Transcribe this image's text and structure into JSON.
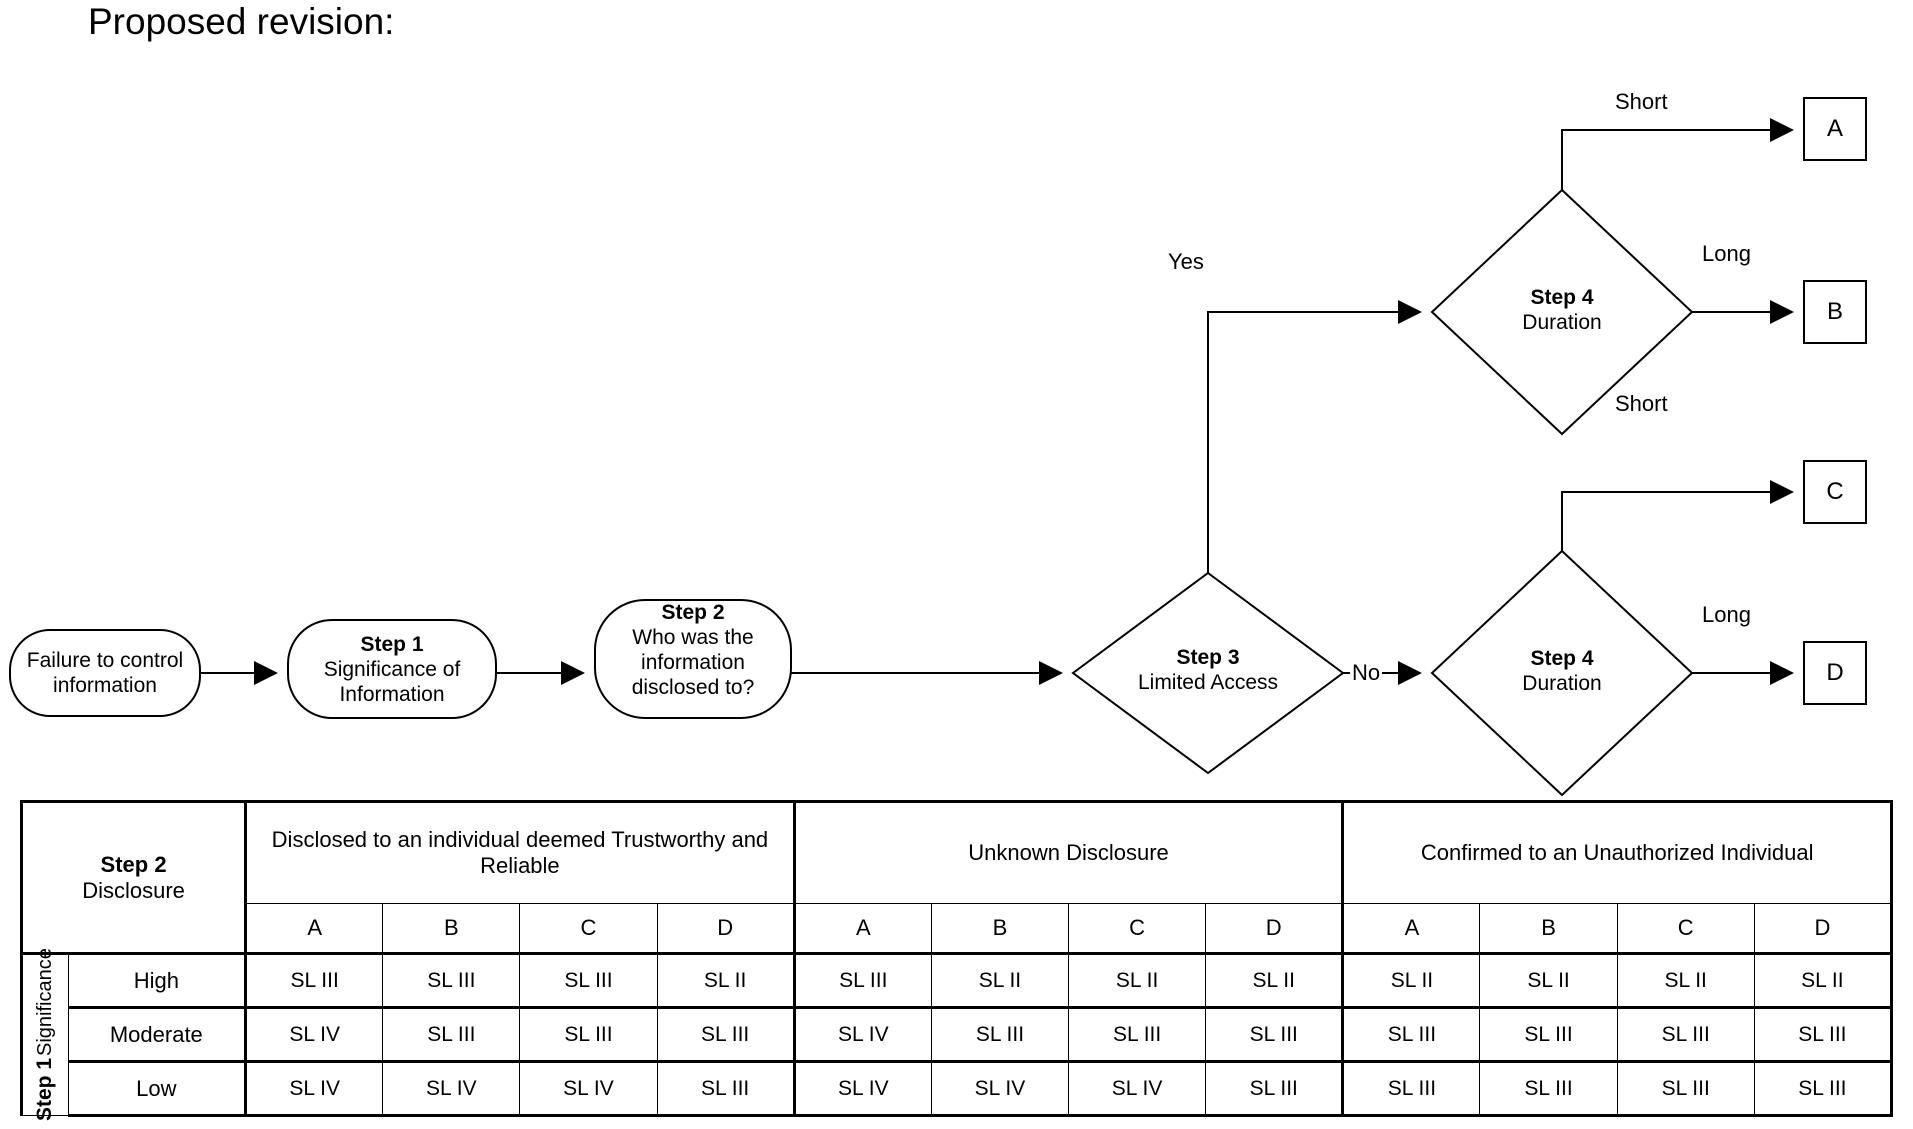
{
  "page": {
    "title": "Proposed revision:"
  },
  "flowchart": {
    "nodes": [
      {
        "id": "start",
        "shape": "rounded",
        "title": "",
        "lines": [
          "Failure to control",
          "information"
        ]
      },
      {
        "id": "step1",
        "shape": "rounded",
        "title": "Step 1",
        "lines": [
          "Significance of",
          "Information"
        ]
      },
      {
        "id": "step2",
        "shape": "rounded",
        "title": "Step 2",
        "lines": [
          "Who was the",
          "information",
          "disclosed to?"
        ]
      },
      {
        "id": "step3",
        "shape": "diamond",
        "title": "Step 3",
        "lines": [
          "Limited Access"
        ]
      },
      {
        "id": "step4-upper",
        "shape": "diamond",
        "title": "Step 4",
        "lines": [
          "Duration"
        ]
      },
      {
        "id": "step4-lower",
        "shape": "diamond",
        "title": "Step 4",
        "lines": [
          "Duration"
        ]
      }
    ],
    "edge_labels": {
      "yes": "Yes",
      "no": "No",
      "short_upper": "Short",
      "long_upper": "Long",
      "short_lower": "Short",
      "long_lower": "Long"
    },
    "terminals": [
      {
        "id": "term-a",
        "label": "A"
      },
      {
        "id": "term-b",
        "label": "B"
      },
      {
        "id": "term-c",
        "label": "C"
      },
      {
        "id": "term-d",
        "label": "D"
      }
    ]
  },
  "matrix": {
    "corner": {
      "title": "Step 2",
      "subtitle": "Disclosure"
    },
    "row_axis": {
      "title": "Step 1",
      "subtitle": "Significance"
    },
    "groups": [
      "Disclosed to an individual deemed Trustworthy and Reliable",
      "Unknown Disclosure",
      "Confirmed to an Unauthorized Individual"
    ],
    "sub_columns": [
      "A",
      "B",
      "C",
      "D",
      "A",
      "B",
      "C",
      "D",
      "A",
      "B",
      "C",
      "D"
    ],
    "rows": [
      {
        "label": "High",
        "values": [
          "SL III",
          "SL III",
          "SL III",
          "SL II",
          "SL III",
          "SL II",
          "SL II",
          "SL II",
          "SL II",
          "SL II",
          "SL II",
          "SL II"
        ]
      },
      {
        "label": "Moderate",
        "values": [
          "SL IV",
          "SL III",
          "SL III",
          "SL III",
          "SL IV",
          "SL III",
          "SL III",
          "SL III",
          "SL III",
          "SL III",
          "SL III",
          "SL III"
        ]
      },
      {
        "label": "Low",
        "values": [
          "SL IV",
          "SL IV",
          "SL IV",
          "SL III",
          "SL IV",
          "SL IV",
          "SL IV",
          "SL III",
          "SL III",
          "SL III",
          "SL III",
          "SL III"
        ]
      }
    ]
  }
}
